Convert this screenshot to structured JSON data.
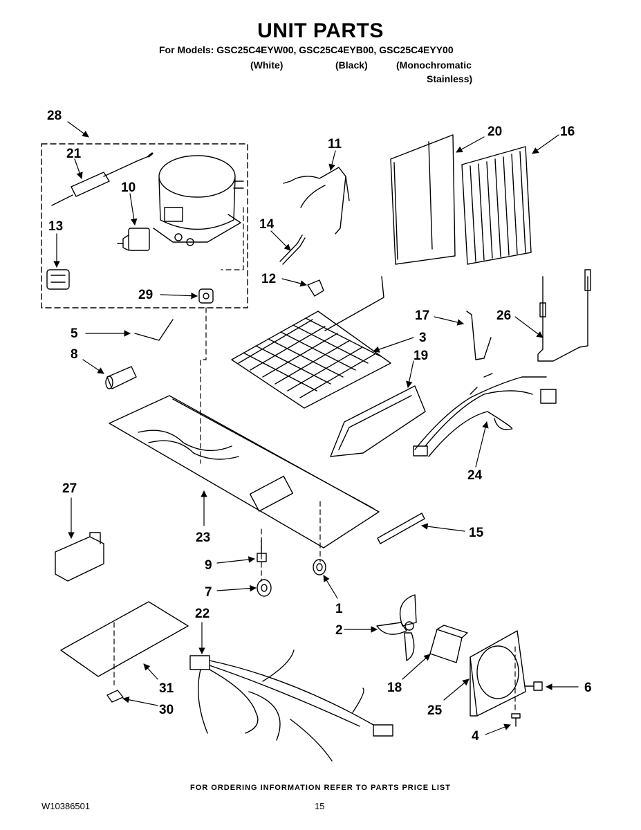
{
  "header": {
    "title": "UNIT PARTS",
    "models_line": "For Models: GSC25C4EYW00, GSC25C4EYB00, GSC25C4EYY00",
    "variant_white": "(White)",
    "variant_black": "(Black)",
    "variant_mono_1": "(Monochromatic",
    "variant_mono_2": "Stainless)"
  },
  "callouts": {
    "c1": "1",
    "c2": "2",
    "c3": "3",
    "c4": "4",
    "c5": "5",
    "c6": "6",
    "c7": "7",
    "c8": "8",
    "c9": "9",
    "c10": "10",
    "c11": "11",
    "c12": "12",
    "c13": "13",
    "c14": "14",
    "c15": "15",
    "c16": "16",
    "c17": "17",
    "c18": "18",
    "c19": "19",
    "c20": "20",
    "c21": "21",
    "c22": "22",
    "c23": "23",
    "c24": "24",
    "c25": "25",
    "c26": "26",
    "c27": "27",
    "c28": "28",
    "c29": "29",
    "c30": "30",
    "c31": "31"
  },
  "footer": {
    "ordering_note": "FOR ORDERING INFORMATION REFER TO PARTS PRICE LIST",
    "document_number": "W10386501",
    "page_number": "15"
  }
}
